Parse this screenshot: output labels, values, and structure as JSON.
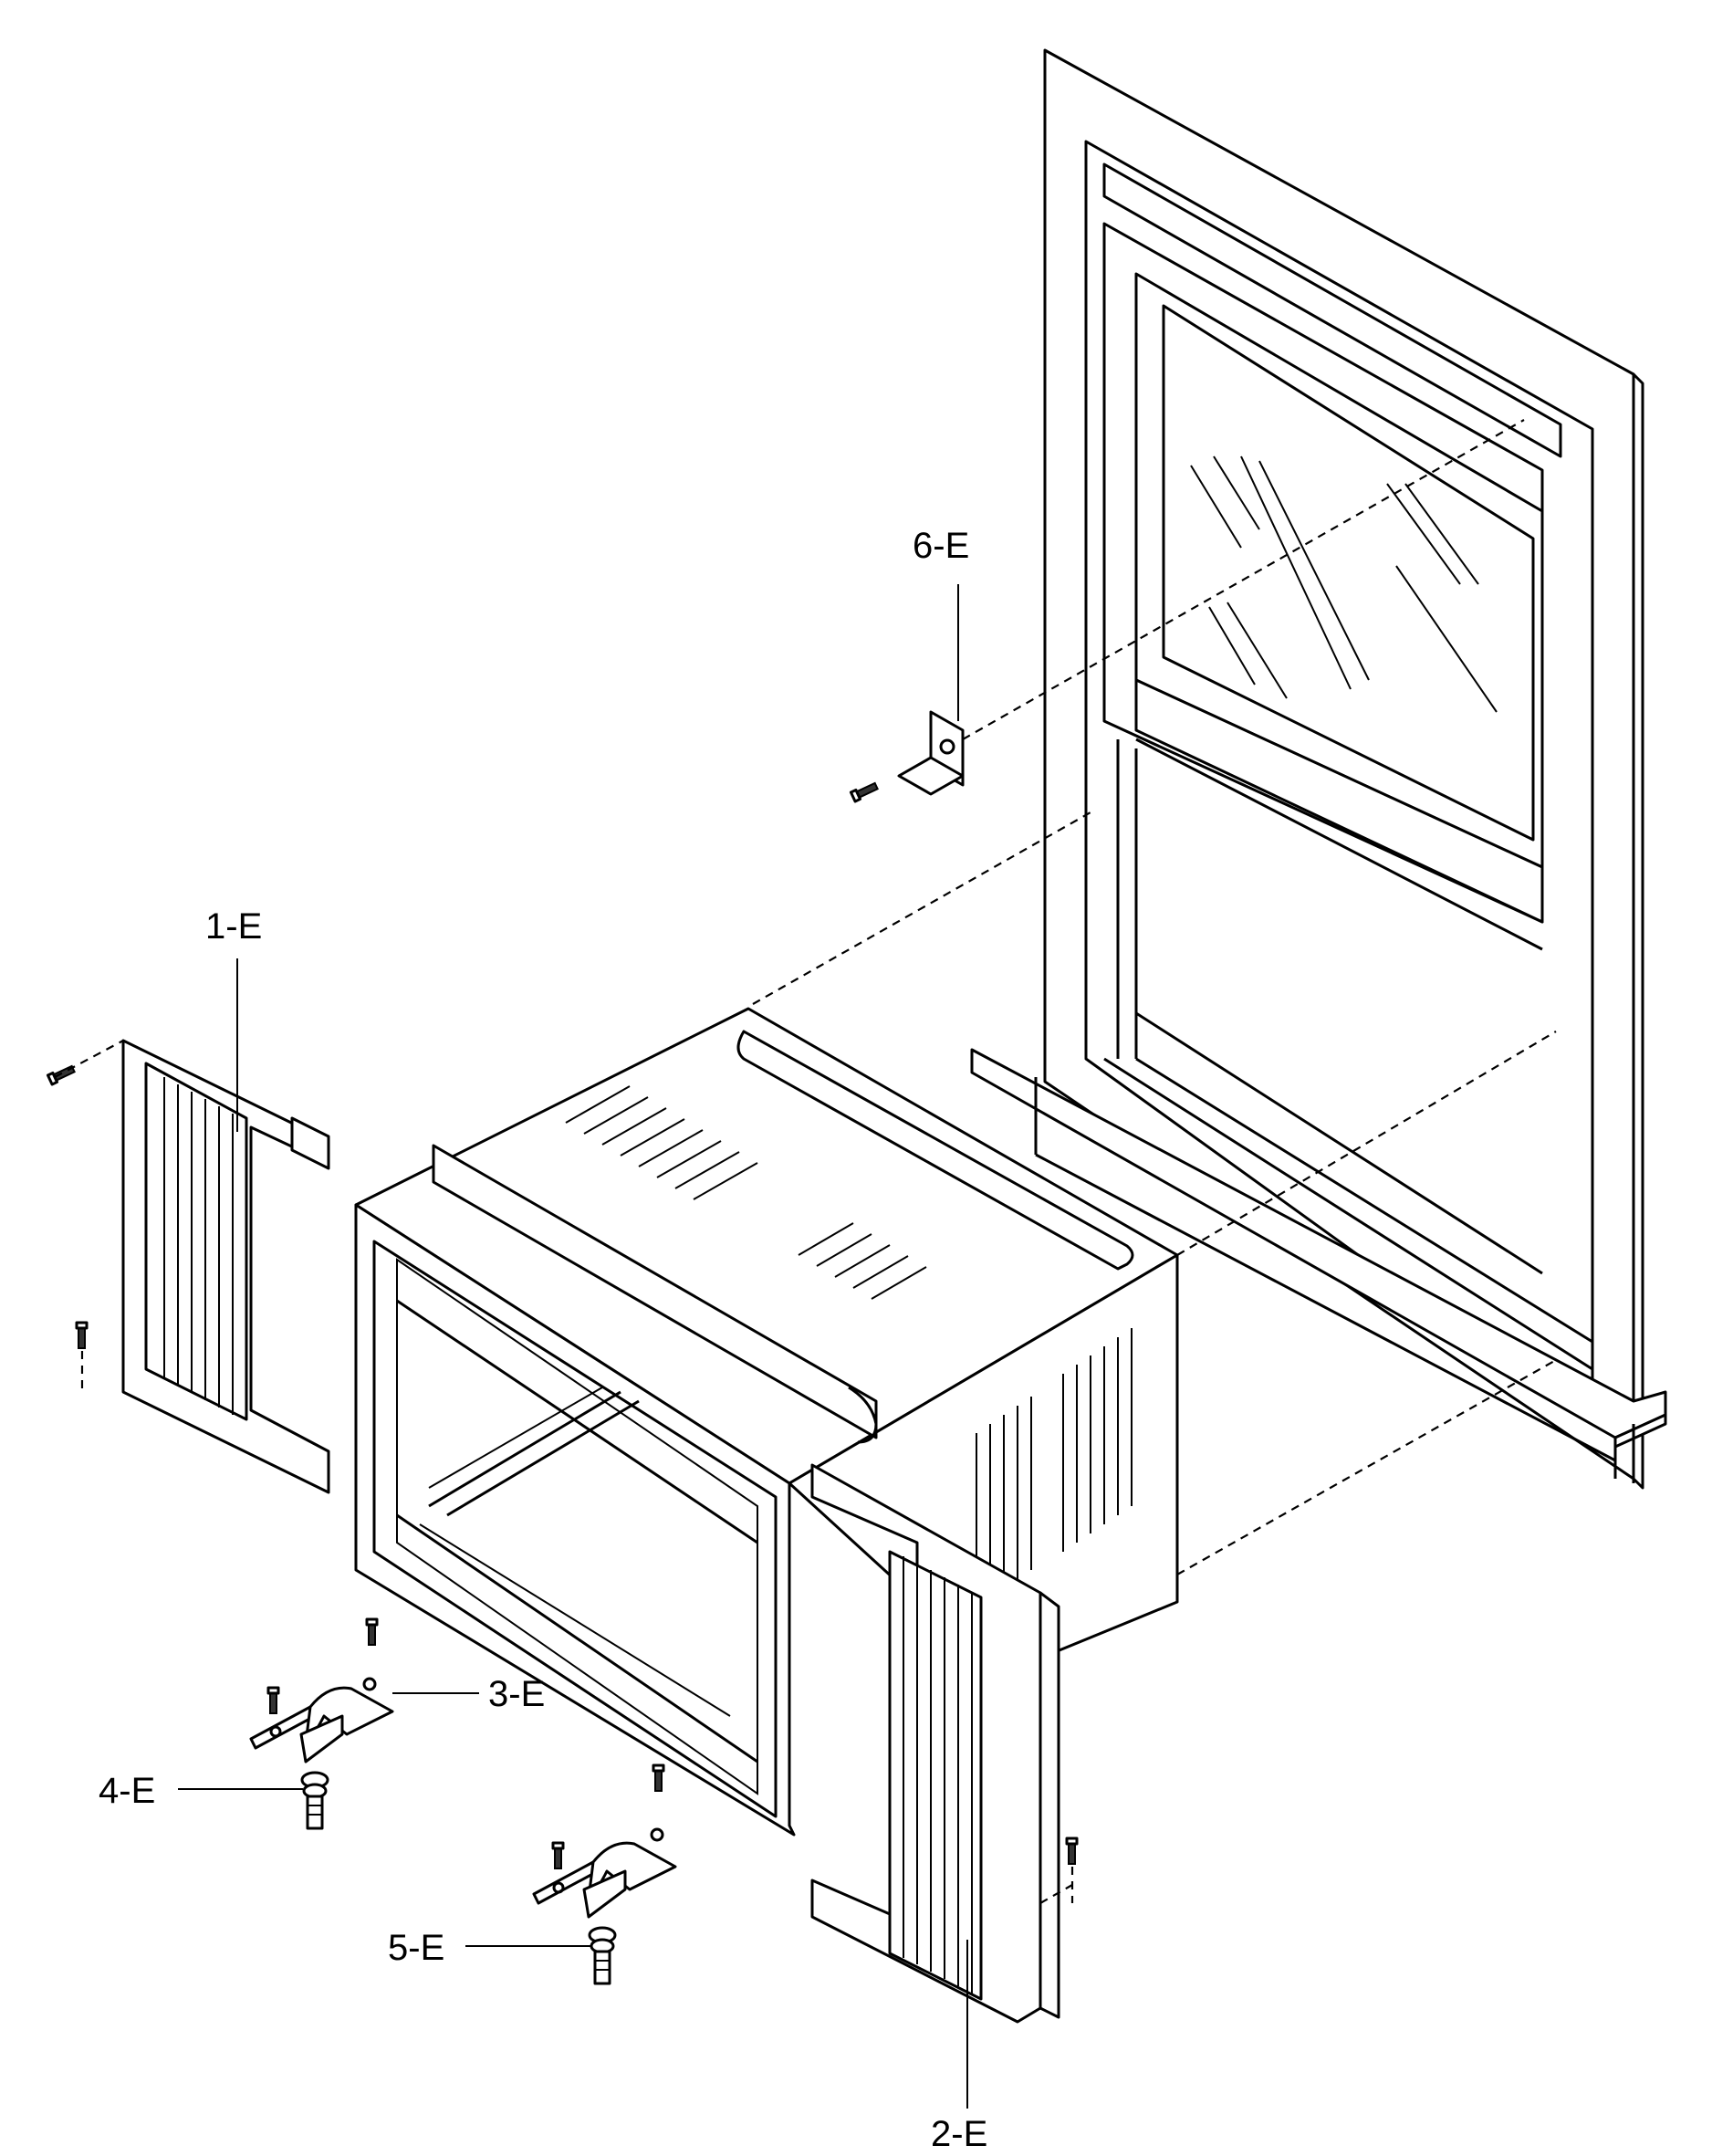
{
  "labels": {
    "part_1": "1-E",
    "part_2": "2-E",
    "part_3": "3-E",
    "part_4": "4-E",
    "part_5": "5-E",
    "part_6": "6-E"
  },
  "colors": {
    "line": "#000000",
    "background": "#ffffff",
    "panel_fill": "#cfcfcf"
  }
}
